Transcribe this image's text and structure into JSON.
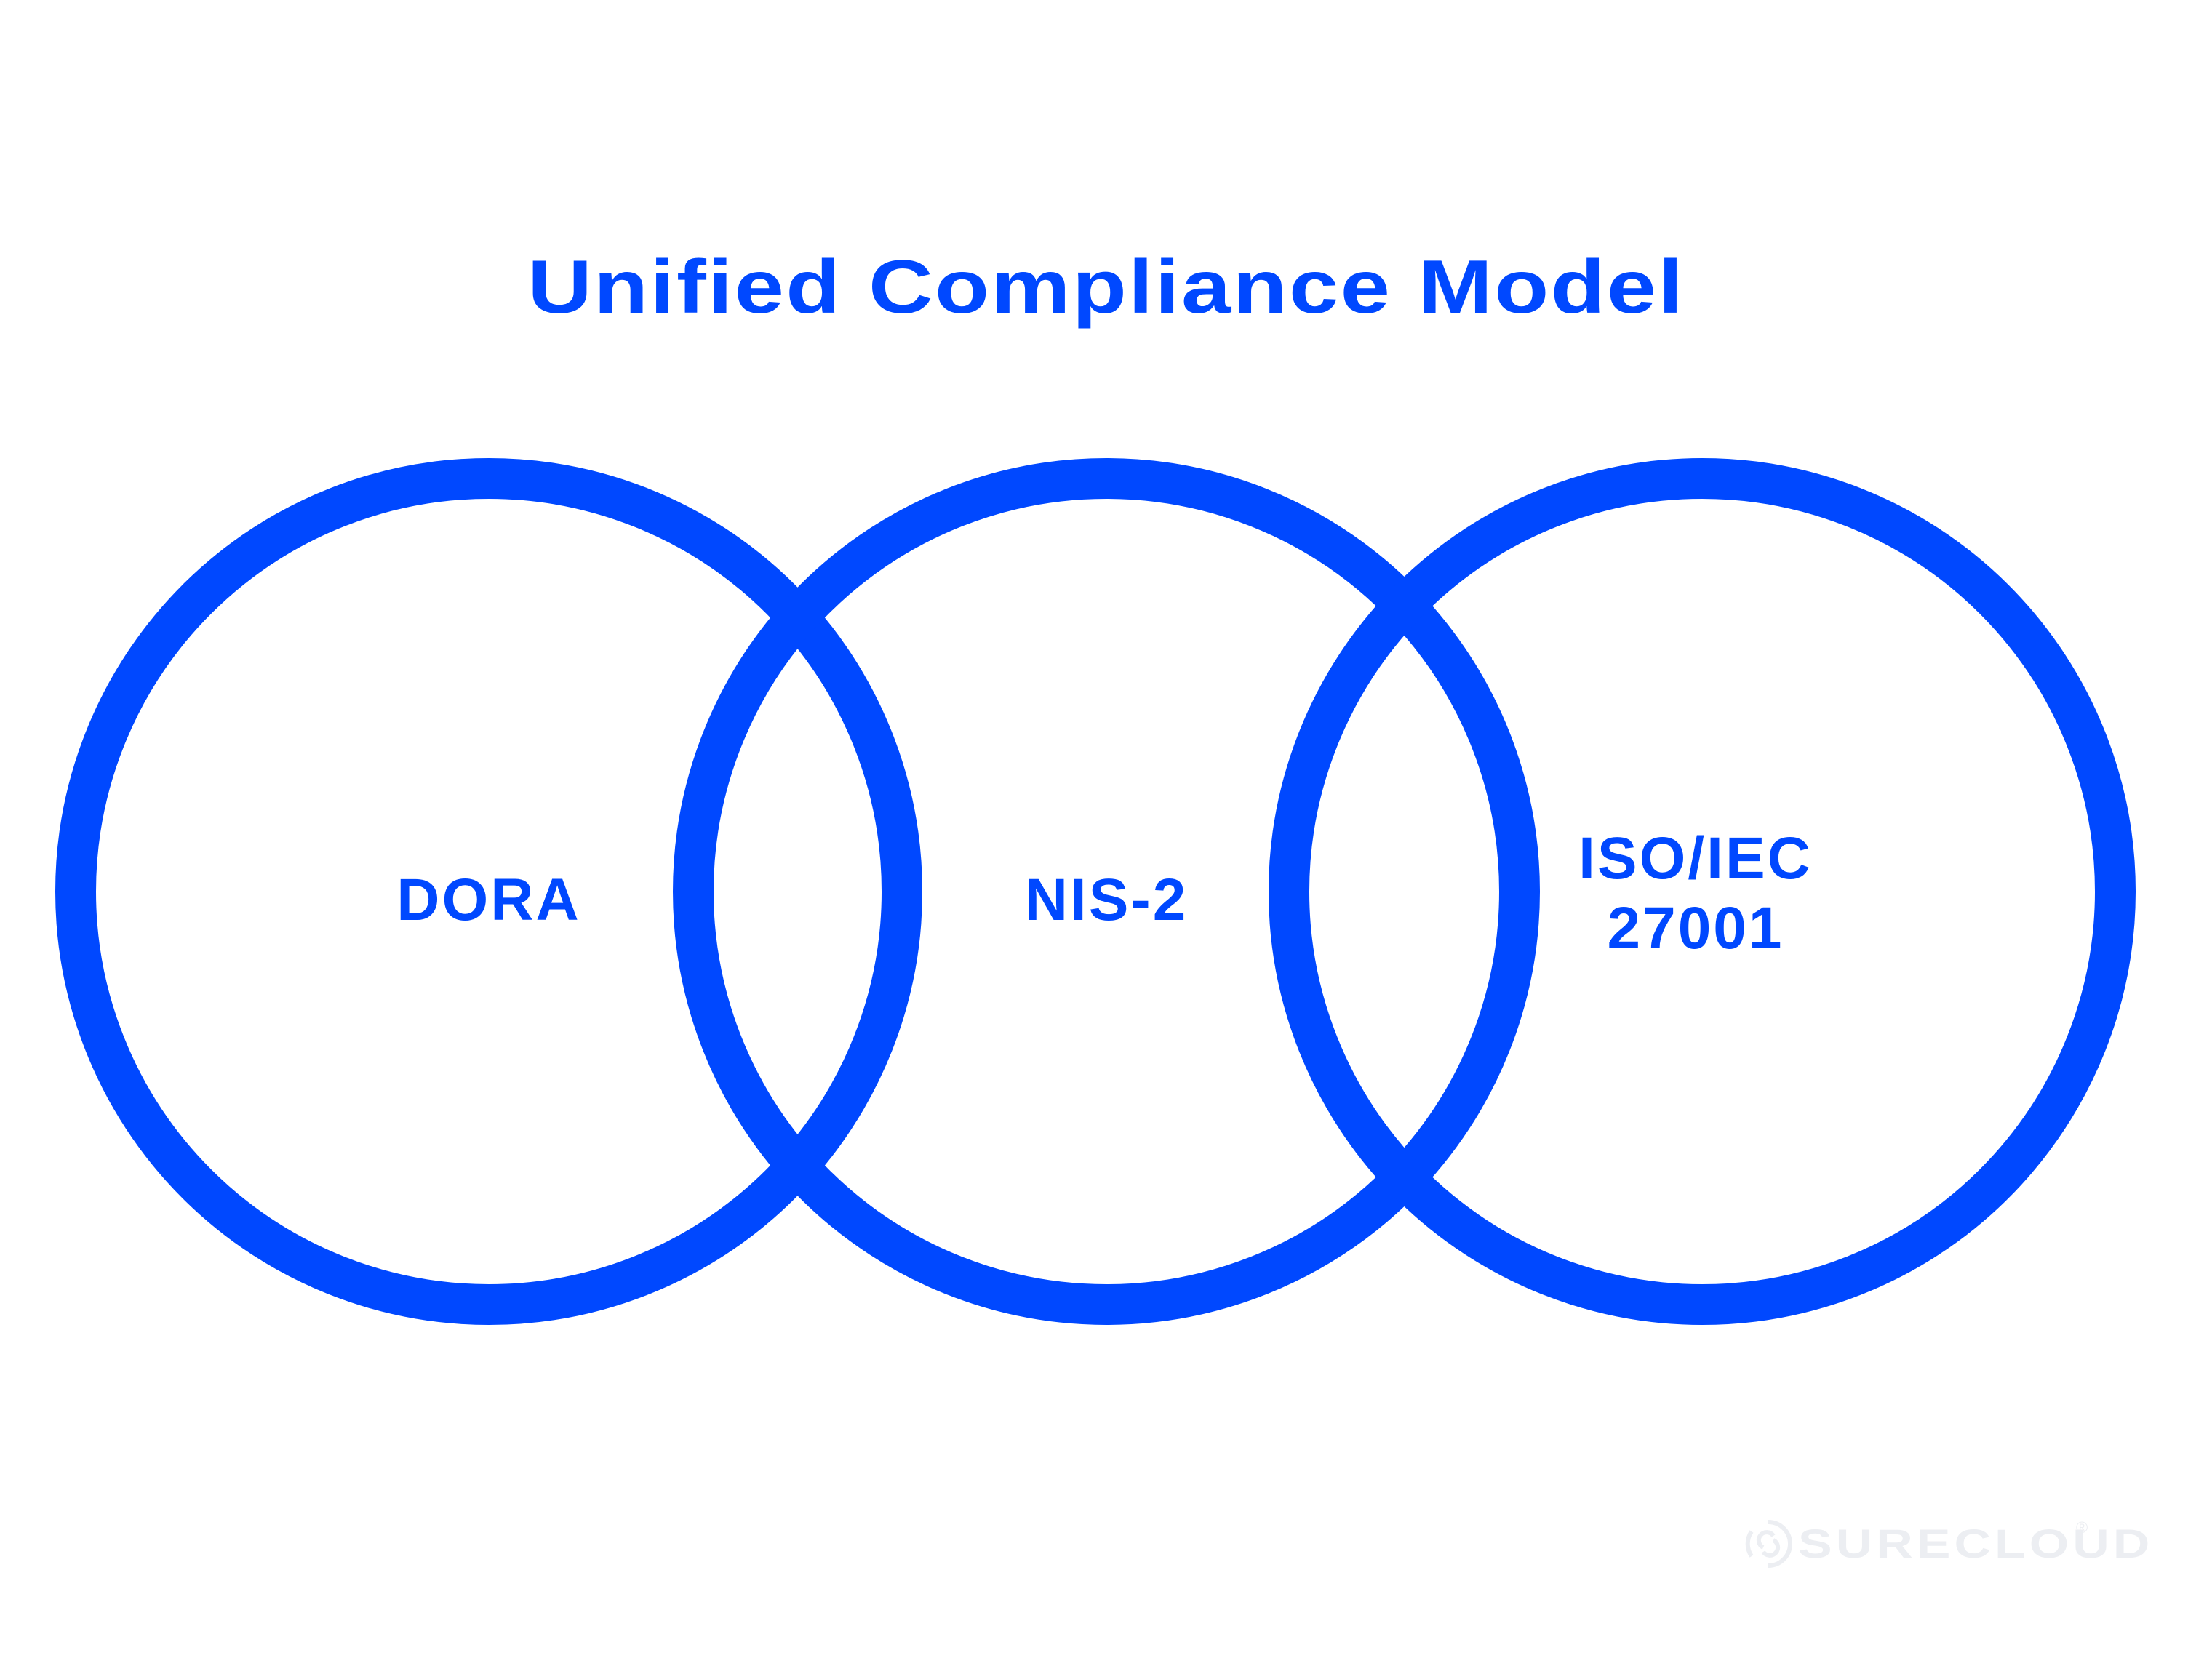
{
  "title": "Unified Compliance Model",
  "colors": {
    "accent": "#0048FF",
    "background": "#FFFFFF",
    "watermark": "#ECEEF2"
  },
  "diagram": {
    "type": "venn",
    "sets": [
      {
        "id": "dora",
        "label_lines": [
          "DORA"
        ]
      },
      {
        "id": "nis2",
        "label_lines": [
          "NIS-2"
        ]
      },
      {
        "id": "iso27001",
        "label_lines": [
          "ISO/IEC",
          "27001"
        ]
      }
    ],
    "overlaps": [
      [
        "DORA",
        "NIS-2"
      ],
      [
        "NIS-2",
        "ISO/IEC 27001"
      ]
    ]
  },
  "watermark": {
    "brand": "SURECLOUD",
    "registered_mark": "®",
    "icon": "surecloud-logo-icon"
  }
}
